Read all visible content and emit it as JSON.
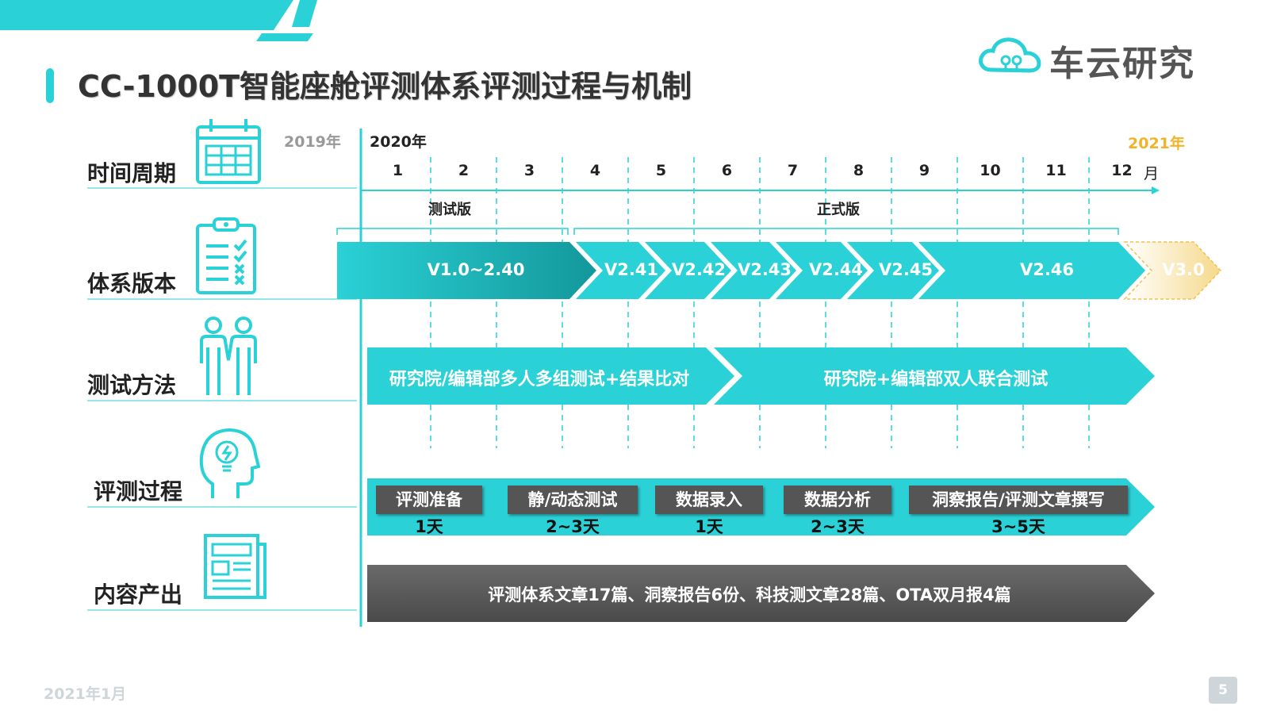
{
  "title": "CC-1000T智能座舱评测体系评测过程与机制",
  "logo_text": "车云研究",
  "colors": {
    "accent": "#2ad1d6",
    "accent_dark": "#14999c",
    "gray": "#555555",
    "future": "#f5d98a"
  },
  "rows": [
    {
      "label": "时间周期",
      "icon": "calendar-icon"
    },
    {
      "label": "体系版本",
      "icon": "clipboard-checklist-icon"
    },
    {
      "label": "测试方法",
      "icon": "two-people-icon"
    },
    {
      "label": "评测过程",
      "icon": "head-lightbulb-icon"
    },
    {
      "label": "内容产出",
      "icon": "newspaper-icon"
    }
  ],
  "timeline": {
    "year_prev": "2019年",
    "year_cur": "2020年",
    "year_next": "2021年",
    "months": [
      "1",
      "2",
      "3",
      "4",
      "5",
      "6",
      "7",
      "8",
      "9",
      "10",
      "11",
      "12"
    ],
    "month_suffix": "月",
    "phase_test": "测试版",
    "phase_formal": "正式版"
  },
  "versions": [
    "V1.0~2.40",
    "V2.41",
    "V2.42",
    "V2.43",
    "V2.44",
    "V2.45",
    "V2.46",
    "V3.0"
  ],
  "methods": [
    "研究院/编辑部多人多组测试+结果比对",
    "研究院+编辑部双人联合测试"
  ],
  "steps": [
    {
      "name": "评测准备",
      "duration": "1天"
    },
    {
      "name": "静/动态测试",
      "duration": "2~3天"
    },
    {
      "name": "数据录入",
      "duration": "1天"
    },
    {
      "name": "数据分析",
      "duration": "2~3天"
    },
    {
      "name": "洞察报告/评测文章撰写",
      "duration": "3~5天"
    }
  ],
  "output": "评测体系文章17篇、洞察报告6份、科技测文章28篇、OTA双月报4篇",
  "footer_date": "2021年1月",
  "page_number": "5"
}
